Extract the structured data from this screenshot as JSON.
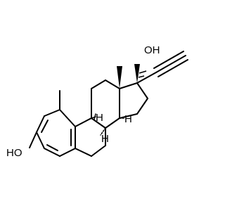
{
  "molecule": {
    "atoms": {
      "oh_top": "OH",
      "h_9": "H",
      "h_8": "H",
      "h_14": "H",
      "ho_phenol": "HO"
    },
    "colors": {
      "bond": "#000000",
      "label": "#000000",
      "background": "#ffffff"
    }
  }
}
